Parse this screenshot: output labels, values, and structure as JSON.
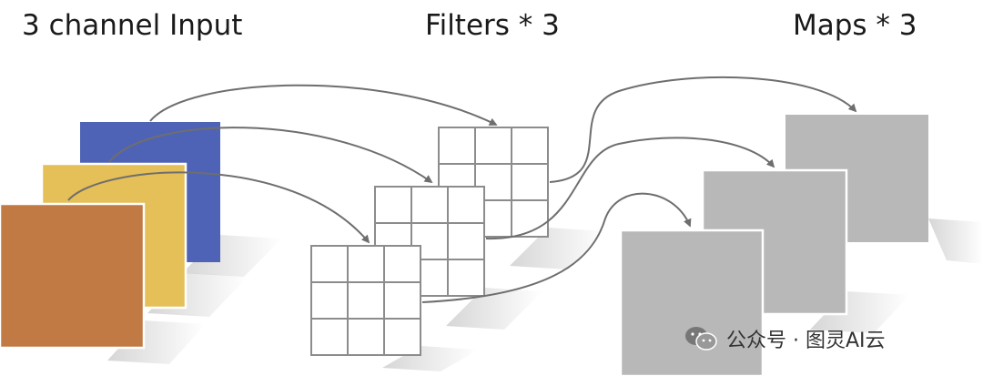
{
  "headings": {
    "input": "3 channel Input",
    "filters": "Filters * 3",
    "maps": "Maps * 3"
  },
  "watermark": {
    "text": "公众号 · 图灵AI云",
    "icon": "wechat-icon"
  },
  "colors": {
    "channel_blue": "#4f63b6",
    "channel_yellow": "#e5bf58",
    "channel_orange": "#c27a44",
    "filter_grid": "#8c8c8c",
    "map_gray": "#b8b8b8",
    "arrow": "#6e6e6e"
  }
}
